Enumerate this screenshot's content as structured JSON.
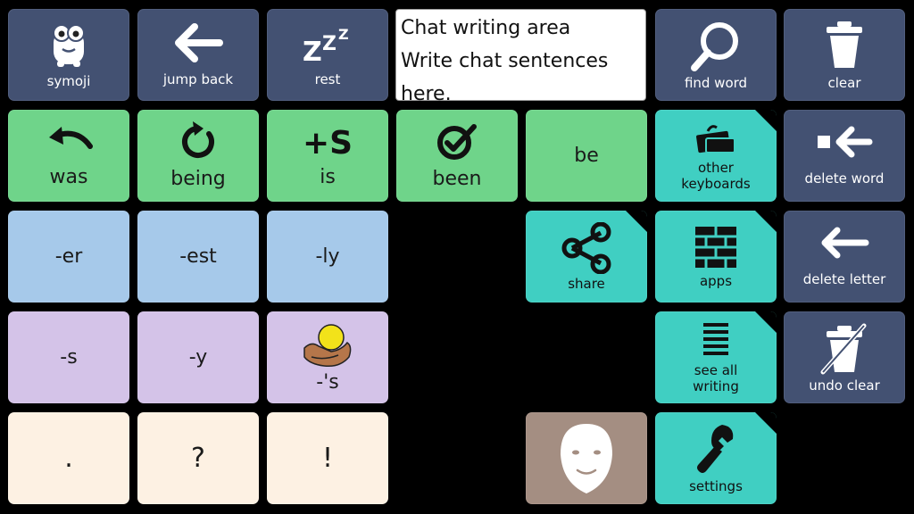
{
  "chat": {
    "line1": "Chat writing area",
    "line2": "Write chat sentences",
    "line3": "here."
  },
  "toolbar": {
    "symoji": "symoji",
    "jump_back": "jump back",
    "rest": "rest",
    "find_word": "find word",
    "clear": "clear"
  },
  "words": {
    "was": "was",
    "being": "being",
    "is": "is",
    "been": "been",
    "be": "be"
  },
  "suffixes": {
    "er": "-er",
    "est": "-est",
    "ly": "-ly",
    "s": "-s",
    "y": "-y",
    "possessive": "-'s"
  },
  "punctuation": {
    "period": ".",
    "question": "?",
    "exclamation": "!"
  },
  "side": {
    "other_keyboards": "other\nkeyboards",
    "delete_word": "delete word",
    "share": "share",
    "apps": "apps",
    "delete_letter": "delete letter",
    "see_all_writing": "see all\nwriting",
    "undo_clear": "undo clear",
    "settings": "settings"
  },
  "icons": {
    "symoji": "symoji-face-icon",
    "jump_back": "arrow-left-icon",
    "rest": "zzz-icon",
    "find_word": "magnifier-icon",
    "clear": "trash-icon",
    "was": "curved-back-arrow-icon",
    "being": "cycle-arrow-icon",
    "is": "plus-s-icon",
    "been": "check-circle-icon",
    "possessive": "hands-holding-ball-icon",
    "other_keyboards": "keyboards-icon",
    "delete_word": "delete-word-icon",
    "share": "share-icon",
    "apps": "brick-grid-icon",
    "delete_letter": "arrow-left-icon",
    "see_all_writing": "lines-icon",
    "undo_clear": "trash-crossed-icon",
    "face": "mask-face-icon",
    "settings": "wrench-icon"
  },
  "colors": {
    "navy": "#435172",
    "green": "#6fd48a",
    "blue": "#a6c9ea",
    "purple": "#d4c3e8",
    "cream": "#fdf1e3",
    "teal": "#40cfc2",
    "taupe": "#a48e82"
  }
}
